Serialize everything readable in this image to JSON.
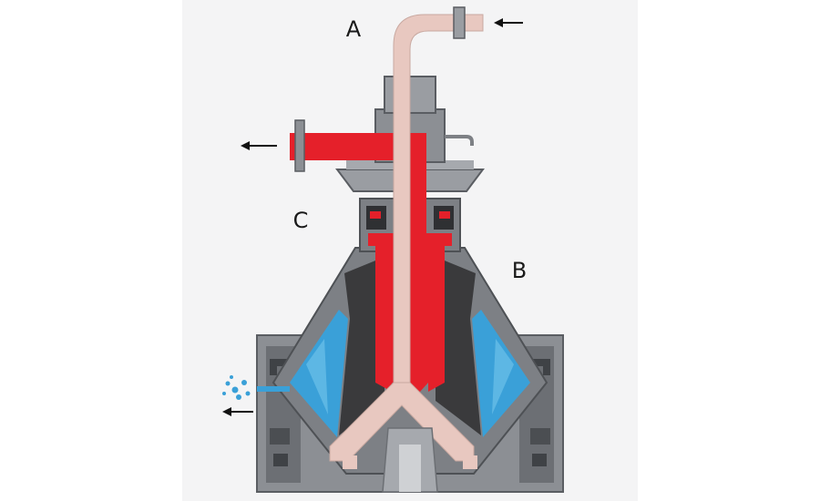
{
  "labels": {
    "a": "A",
    "b": "B",
    "c": "C"
  },
  "flows": {
    "feed_inlet": "inlet-arrow",
    "light_phase_outlet": "outlet-arrow",
    "heavy_phase_discharge": "discharge-arrow"
  },
  "colors": {
    "feed": "#e8c8c0",
    "light_phase": "#e5202a",
    "heavy_phase": "#3aa0d8",
    "steel": "#8c8f94",
    "steel_dark": "#55585d",
    "disc_stack": "#3a3a3c",
    "background_panel": "#f2f2f3"
  }
}
